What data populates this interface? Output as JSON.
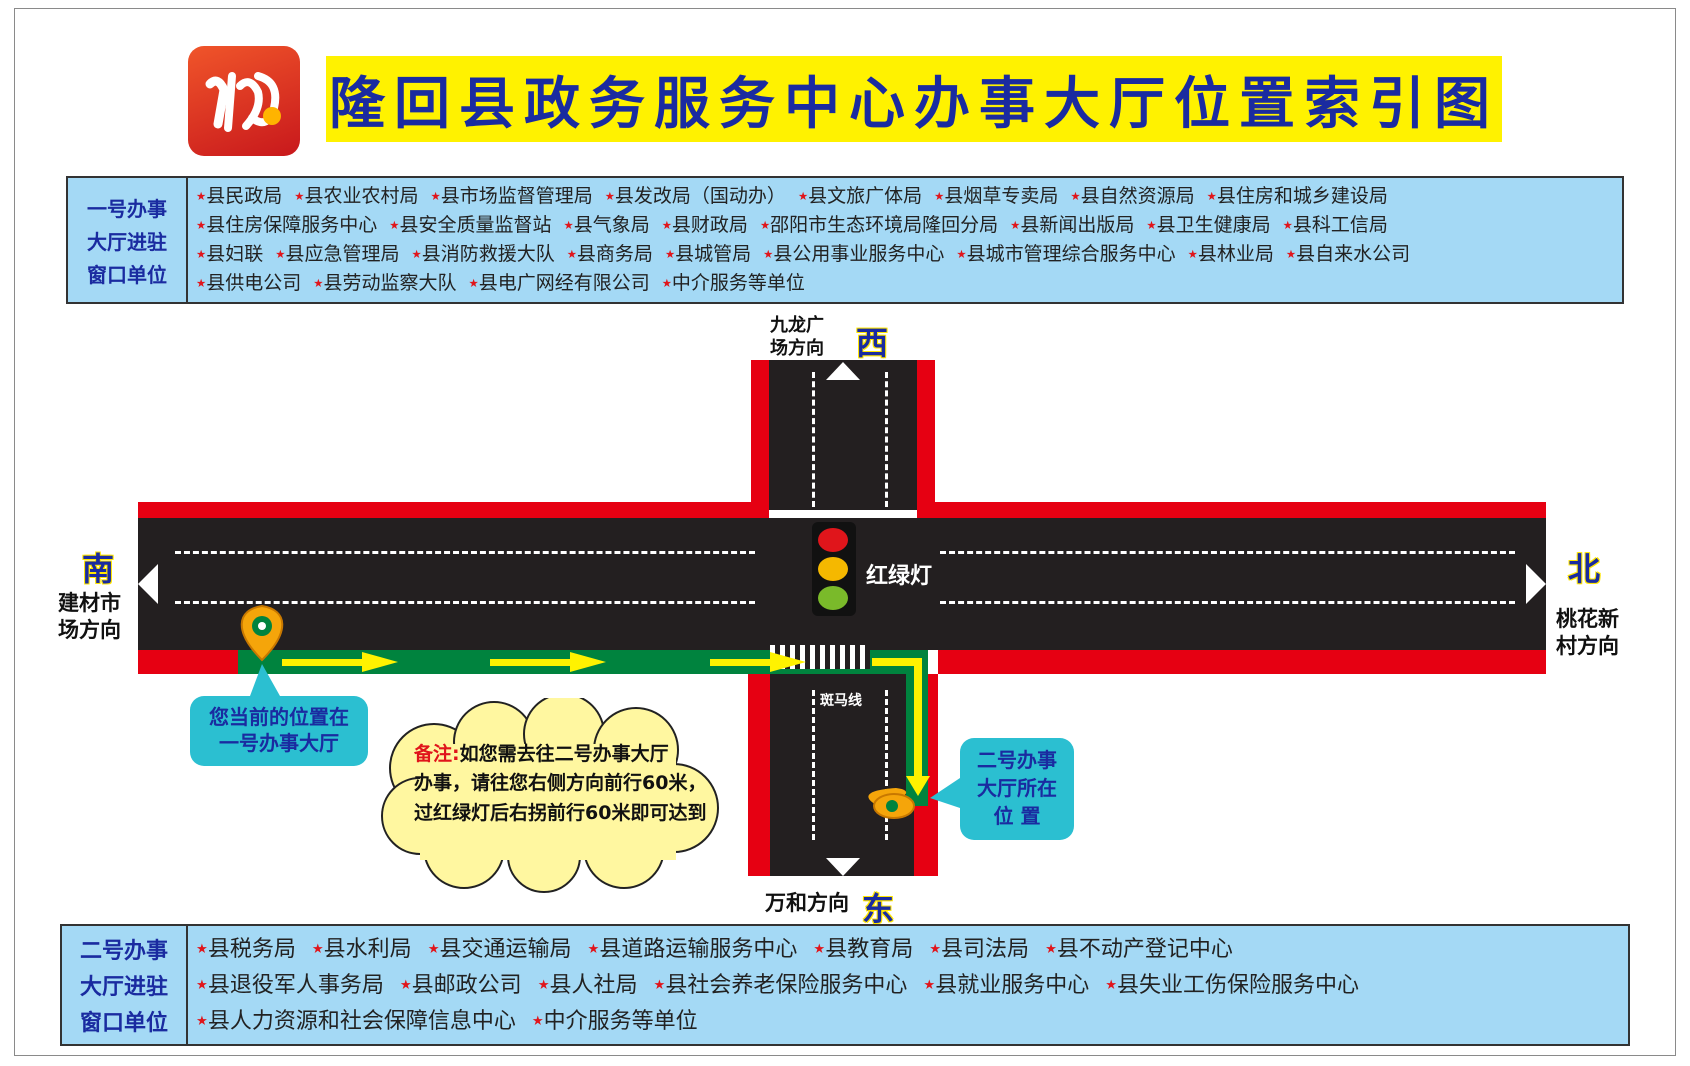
{
  "title": "隆回县政务服务中心办事大厅位置索引图",
  "colors": {
    "accent_blue": "#1a2ba0",
    "title_bg": "#fff200",
    "panel_bg": "#a4d9f5",
    "road": "#231f20",
    "curb_red": "#e60012",
    "path_green": "#00833e",
    "arrow_yellow": "#fff200",
    "star_red": "#e0151b"
  },
  "hall1": {
    "head_lines": [
      "一号办事",
      "大厅进驻",
      "窗口单位"
    ],
    "rows": [
      [
        "县民政局",
        "县农业农村局",
        "县市场监督管理局",
        "县发改局（国动办）",
        "县文旅广体局",
        "县烟草专卖局",
        "县自然资源局",
        "县住房和城乡建设局"
      ],
      [
        "县住房保障服务中心",
        "县安全质量监督站",
        "县气象局",
        "县财政局",
        "邵阳市生态环境局隆回分局",
        "县新闻出版局",
        "县卫生健康局",
        "县科工信局"
      ],
      [
        "县妇联",
        "县应急管理局",
        "县消防救援大队",
        "县商务局",
        "县城管局",
        "县公用事业服务中心",
        "县城市管理综合服务中心",
        "县林业局",
        "县自来水公司"
      ],
      [
        "县供电公司",
        "县劳动监察大队",
        "县电广网经有限公司",
        "中介服务等单位"
      ]
    ]
  },
  "hall2": {
    "head_lines": [
      "二号办事",
      "大厅进驻",
      "窗口单位"
    ],
    "rows": [
      [
        "县税务局",
        "县水利局",
        "县交通运输局",
        "县道路运输服务中心",
        "县教育局",
        "县司法局",
        "县不动产登记中心"
      ],
      [
        "县退役军人事务局",
        "县邮政公司",
        "县人社局",
        "县社会养老保险服务中心",
        "县就业服务中心",
        "县失业工伤保险服务中心"
      ],
      [
        "县人力资源和社会保障信息中心",
        "中介服务等单位"
      ]
    ]
  },
  "map": {
    "west": {
      "name": "西",
      "dest_lines": [
        "九龙广",
        "场方向"
      ]
    },
    "east": {
      "name": "东",
      "dest": "万和方向"
    },
    "south": {
      "name": "南",
      "dest_lines": [
        "建材市",
        "场方向"
      ]
    },
    "north": {
      "name": "北",
      "dest_lines": [
        "桃花新",
        "村方向"
      ]
    },
    "traffic_light_label": "红绿灯",
    "zebra_label": "斑马线",
    "current_location_lines": [
      "您当前的位置在",
      "一号办事大厅"
    ],
    "hall2_location_lines": [
      "二号办事",
      "大厅所在",
      "位 置"
    ],
    "note": {
      "label": "备注:",
      "lines": [
        "如您需去往二号办事大厅",
        "办事，请往您右侧方向前行60米，",
        "过红绿灯后右拐前行60米即可达到"
      ]
    }
  }
}
